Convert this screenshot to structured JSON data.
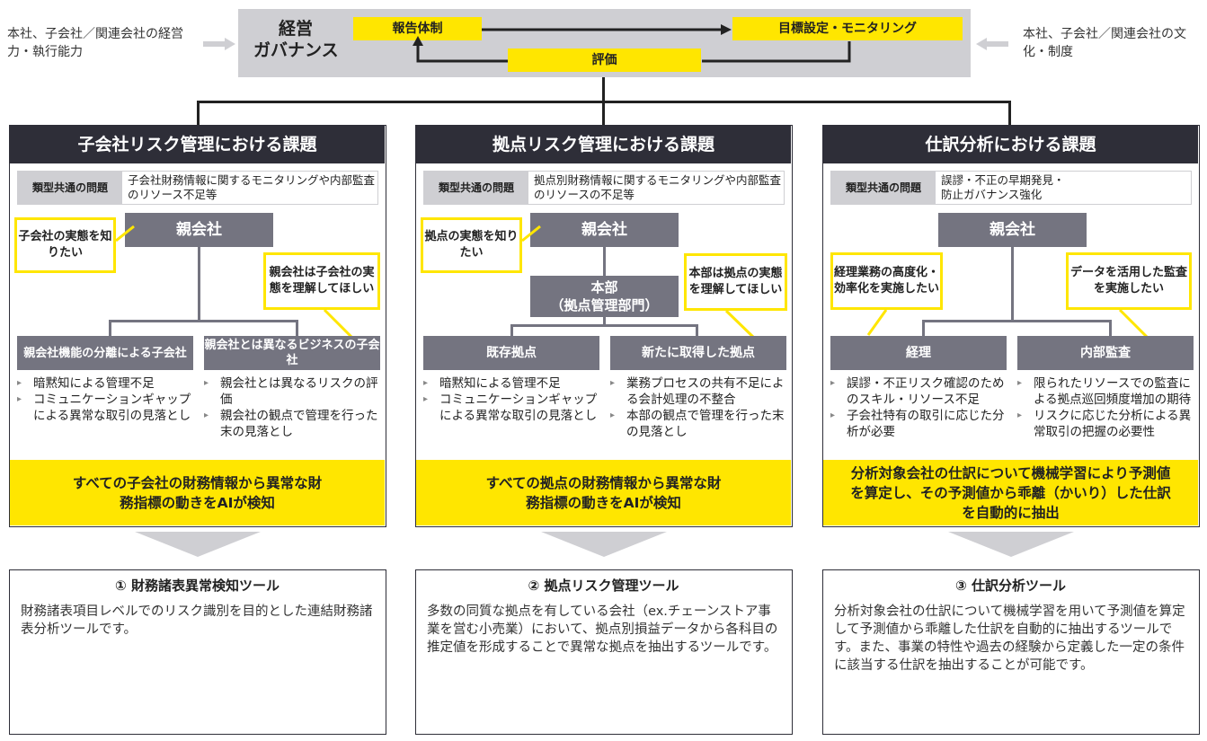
{
  "header": {
    "left_note": "本社、子会社／関連会社の経営力・執行能力",
    "right_note": "本社、子会社／関連会社の文化・制度",
    "governance_title_1": "経営",
    "governance_title_2": "ガバナンス",
    "reporting": "報告体制",
    "target_setting": "目標設定・モニタリング",
    "evaluation": "評価"
  },
  "panels": [
    {
      "title": "子会社リスク管理における課題",
      "common_label": "類型共通の問題",
      "common_text": "子会社財務情報に関するモニタリングや内部監査のリソース不足等",
      "parent": "親会社",
      "callout_left": "子会社の実態を知りたい",
      "callout_right": "親会社は子会社の実態を理解してほしい",
      "child_left": "親会社機能の分離による子会社",
      "child_right": "親会社とは異なるビジネスの子会社",
      "bullets_left": [
        "暗黙知による管理不足",
        "コミュニケーションギャップによる異常な取引の見落とし"
      ],
      "bullets_right": [
        "親会社とは異なるリスクの評価",
        "親会社の観点で管理を行った末の見落とし"
      ],
      "solution": "すべての子会社の財務情報から異常な財務指標の動きをAIが検知"
    },
    {
      "title": "拠点リスク管理における課題",
      "common_label": "類型共通の問題",
      "common_text": "拠点別財務情報に関するモニタリングや内部監査のリソースの不足等",
      "parent": "親会社",
      "middle_1": "本部",
      "middle_2": "（拠点管理部門）",
      "callout_left": "拠点の実態を知りたい",
      "callout_right": "本部は拠点の実態を理解してほしい",
      "child_left": "既存拠点",
      "child_right": "新たに取得した拠点",
      "bullets_left": [
        "暗黙知による管理不足",
        "コミュニケーションギャップによる異常な取引の見落とし"
      ],
      "bullets_right": [
        "業務プロセスの共有不足による会計処理の不整合",
        "本部の観点で管理を行った末の見落とし"
      ],
      "solution": "すべての拠点の財務情報から異常な財務指標の動きをAIが検知"
    },
    {
      "title": "仕訳分析における課題",
      "common_label": "類型共通の問題",
      "common_text": "誤謬・不正の早期発見・防止ガバナンス強化",
      "parent": "親会社",
      "callout_left": "経理業務の高度化・効率化を実施したい",
      "callout_right": "データを活用した監査を実施したい",
      "child_left": "経理",
      "child_right": "内部監査",
      "bullets_left": [
        "誤謬・不正リスク確認のためのスキル・リソース不足",
        "子会社特有の取引に応じた分析が必要"
      ],
      "bullets_right": [
        "限られたリソースでの監査による拠点巡回頻度増加の期待",
        "リスクに応じた分析による異常取引の把握の必要性"
      ],
      "solution": "分析対象会社の仕訳について機械学習により予測値を算定し、その予測値から乖離（かいり）した仕訳を自動的に抽出"
    }
  ],
  "tools": [
    {
      "title": "① 財務諸表異常検知ツール",
      "desc": "財務諸表項目レベルでのリスク識別を目的とした連結財務諸表分析ツールです。"
    },
    {
      "title": "② 拠点リスク管理ツール",
      "desc": "多数の同質な拠点を有している会社（ex.チェーンストア事業を営む小売業）において、拠点別損益データから各科目の推定値を形成することで異常な拠点を抽出するツールです。"
    },
    {
      "title": "③ 仕訳分析ツール",
      "desc": "分析対象会社の仕訳について機械学習を用いて予測値を算定して予測値から乖離した仕訳を自動的に抽出するツールです。また、事業の特性や過去の経験から定義した一定の条件に該当する仕訳を抽出することが可能です。"
    }
  ]
}
